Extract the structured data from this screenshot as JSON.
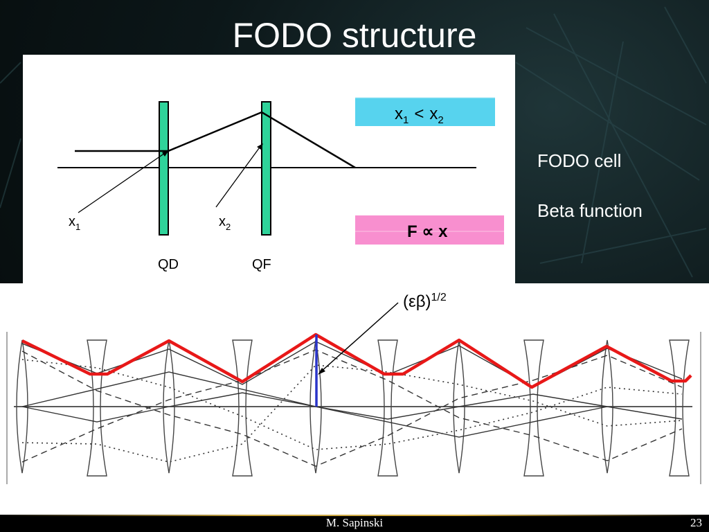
{
  "slide": {
    "title": "FODO structure",
    "side_labels": [
      "FODO cell",
      "Beta function"
    ],
    "footer_author": "M. Sapinski",
    "page_number": "23"
  },
  "fodo_diagram": {
    "quad_labels": [
      "QD",
      "QF"
    ],
    "x1_label": "x",
    "x1_sub": "1",
    "x2_label": "x",
    "x2_sub": "2",
    "relation_box": {
      "x": "x",
      "sub1": "1",
      "op": "<",
      "sub2": "2",
      "color": "#57d3ee"
    },
    "focal_box": {
      "text": "F ∝ x",
      "color": "#f88fcf"
    },
    "quad_color": "#2fd39a"
  },
  "beta_diagram": {
    "label_base": "(εβ)",
    "label_exp": "1/2",
    "envelope_color": "#e81818",
    "marker_color": "#2a35c9"
  }
}
